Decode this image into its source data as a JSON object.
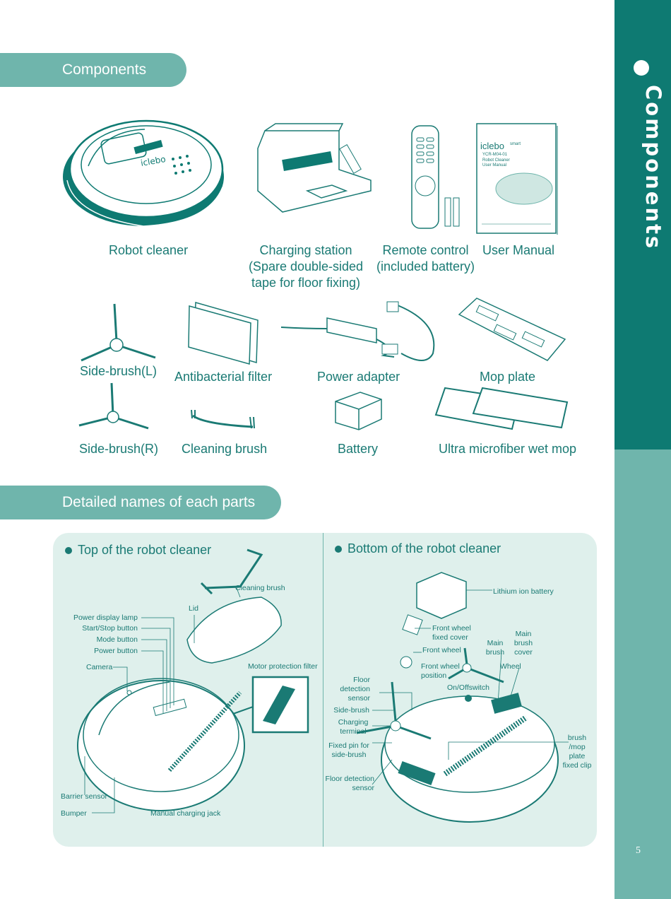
{
  "sidebar": {
    "title": "Components",
    "page_number": "5"
  },
  "components_header": "Components",
  "components": {
    "robot_cleaner": "Robot cleaner",
    "charging_station": [
      "Charging station",
      "(Spare double-sided",
      "tape for floor fixing)"
    ],
    "remote_control": [
      "Remote control",
      "(included battery)"
    ],
    "user_manual": "User Manual",
    "side_brush_l": "Side-brush(L)",
    "antibacterial_filter": "Antibacterial filter",
    "power_adapter": "Power adapter",
    "mop_plate": "Mop plate",
    "side_brush_r": "Side-brush(R)",
    "cleaning_brush": "Cleaning brush",
    "battery": "Battery",
    "wet_mop": "Ultra microfiber wet mop"
  },
  "manual_cover": {
    "brand": "iclebo",
    "subtitle": "smart",
    "model": "YCR-M04-01",
    "lines": [
      "Robot Cleaner",
      "User Manual"
    ]
  },
  "details_header": "Detailed names of each parts",
  "top_view": {
    "heading": "Top of the robot cleaner",
    "labels": {
      "cleaning_brush": "Cleaning brush",
      "lid": "Lid",
      "power_display_lamp": "Power display lamp",
      "start_stop_button": "Start/Stop button",
      "mode_button": "Mode button",
      "power_button": "Power button",
      "camera": "Camera",
      "motor_protection_filter": "Motor protection filter",
      "barrier_sensor": "Barrier sensor",
      "bumper": "Bumper",
      "manual_charging_jack": "Manual charging jack"
    }
  },
  "bottom_view": {
    "heading": "Bottom of the robot cleaner",
    "labels": {
      "lithium_ion_battery": "Lithium ion battery",
      "front_wheel_fixed_cover": [
        "Front wheel",
        "fixed cover"
      ],
      "front_wheel": "Front wheel",
      "front_wheel_position": [
        "Front wheel",
        "position"
      ],
      "main_brush": [
        "Main",
        "brush"
      ],
      "main_brush_cover": [
        "Main",
        "brush",
        "cover"
      ],
      "wheel": "Wheel",
      "on_off_switch": "On/Offswitch",
      "floor_detection_sensor_1": [
        "Floor",
        "detection",
        "sensor"
      ],
      "side_brush": "Side-brush",
      "charging_terminal": [
        "Charging",
        "terminal"
      ],
      "fixed_pin": [
        "Fixed pin for",
        "side-brush"
      ],
      "brush_mop_clip": [
        "brush",
        "/mop",
        "plate",
        "fixed clip"
      ],
      "floor_detection_sensor_2": [
        "Floor detection",
        "sensor"
      ]
    }
  }
}
